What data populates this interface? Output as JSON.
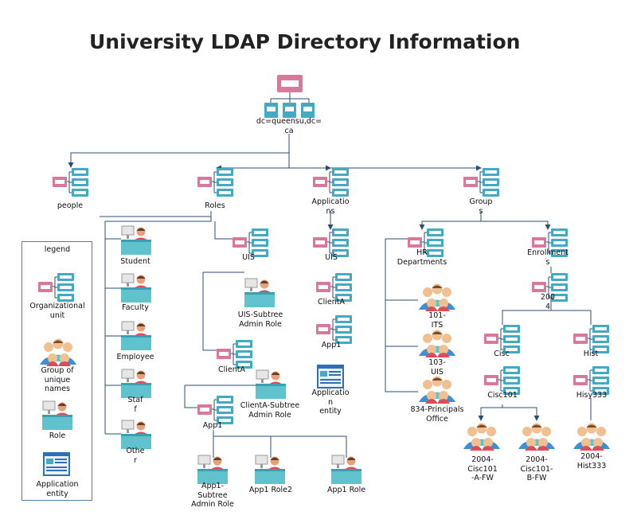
{
  "title": "University LDAP Directory Information",
  "colors": {
    "org_pink": "#d9789a",
    "node_teal": "#45a9c4",
    "person_teal": "#5fc2cc",
    "line": "#2b4f70"
  },
  "root": {
    "label": "dc=queensu,dc=\nca",
    "icon": "org-tree-icon"
  },
  "level1": {
    "people": "people",
    "roles": "Roles",
    "applications": "Applicatio\nns",
    "groups": "Group\ns"
  },
  "roles_items": {
    "student": "Student",
    "faculty": "Faculty",
    "employee": "Employee",
    "staff": "Staf\nf",
    "other": "Othe\nr",
    "uis": "UIS",
    "uis_subtree": "UIS-Subtree\nAdmin Role",
    "clienta": "ClientA",
    "clienta_subtree": "ClientA-Subtree\nAdmin Role",
    "app1": "App1",
    "app1_subtree": "App1-\nSubtree\nAdmin Role",
    "app1_role2": "App1 Role2",
    "app1_role": "App1 Role"
  },
  "applications_items": {
    "uis": "UIS",
    "clienta": "ClientA",
    "app1": "App1",
    "app_entity": "Applicatio\nn\nentity"
  },
  "groups_items": {
    "hr": "HR\nDepartments",
    "its": "101-\nITS",
    "uis": "103-\nUIS",
    "principals": "834-Principals\nOffice",
    "enrollments": "Enrollment\ns",
    "year": "200\n4",
    "cisc": "Cisc",
    "cisc101": "Cisc101",
    "hist": "Hist",
    "hisy333": "Hisy333",
    "cisc_a": "2004-\nCisc101\n-A-FW",
    "cisc_b": "2004-\nCisc101-\nB-FW",
    "hist333": "2004-\nHist333"
  },
  "legend": {
    "heading": "legend",
    "org_unit": "Organizational\nunit",
    "group": "Group of\nunique\nnames",
    "role": "Role",
    "app_entity": "Application\nentity"
  }
}
